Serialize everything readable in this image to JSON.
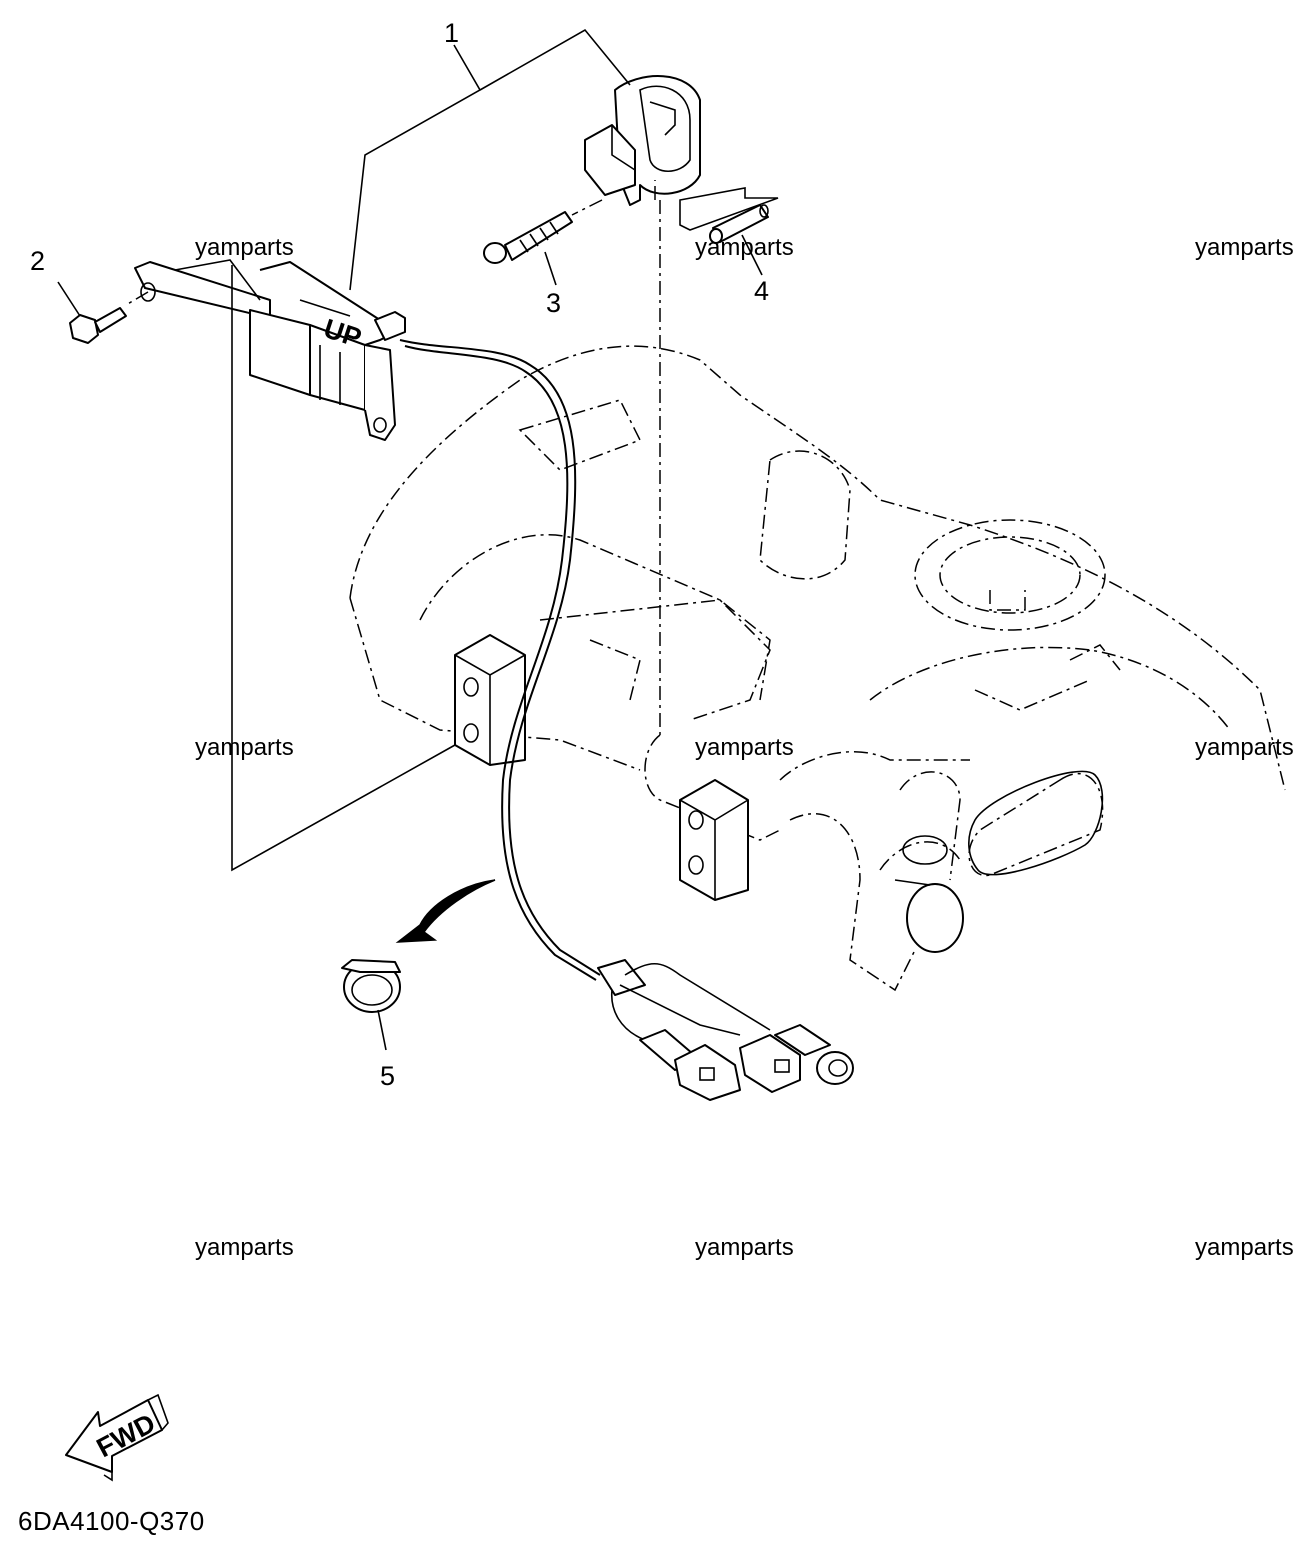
{
  "callouts": [
    "1",
    "2",
    "3",
    "4",
    "5"
  ],
  "part_marking": "UP",
  "direction_label": "FWD",
  "watermark": "yamparts",
  "diagram_code": "6DA4100-Q370"
}
